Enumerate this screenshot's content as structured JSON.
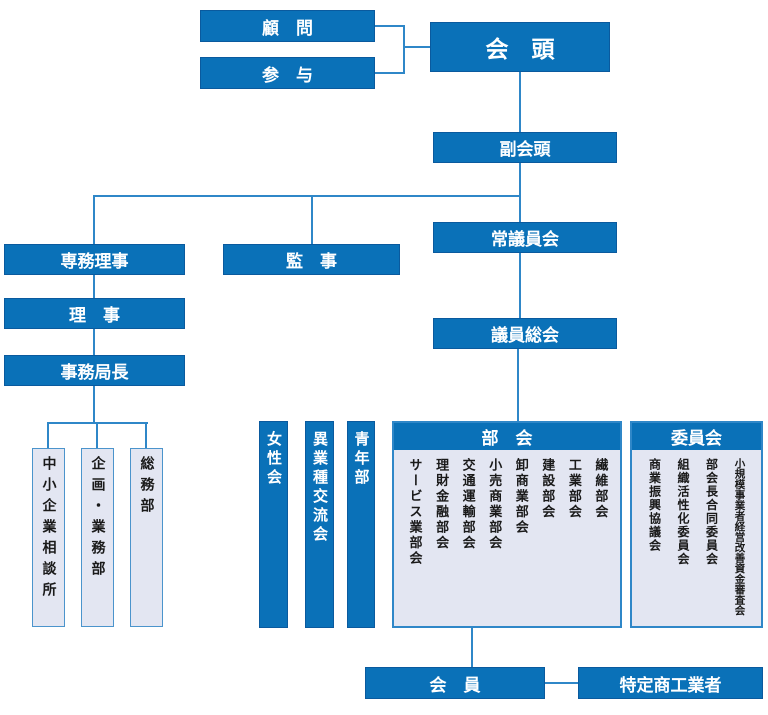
{
  "colors": {
    "box_blue": "#0a71b8",
    "box_blue_border": "#0a5a9e",
    "light_fill": "#e3e6f2",
    "light_border": "#4b94cc",
    "connector_line": "#2f87c8",
    "text_on_blue": "#ffffff",
    "text_on_light": "#1a1a1a"
  },
  "org": {
    "advisor": "顧　問",
    "counselor": "参　与",
    "president": "会　頭",
    "vice_president": "副会頭",
    "standing_council": "常議員会",
    "executive_director": "専務理事",
    "auditor": "監　事",
    "general_assembly": "議員総会",
    "director": "理　事",
    "secretary_general": "事務局長",
    "members": "会　員",
    "designated_businesses": "特定商工業者"
  },
  "departments": [
    "中小企業相談所",
    "企画・業務部",
    "総務部"
  ],
  "associations": [
    "女性会",
    "異業種交流会",
    "青年部"
  ],
  "sections": {
    "header": "部　会",
    "items": [
      "繊維部会",
      "工業部会",
      "建設部会",
      "卸商業部会",
      "小売商業部会",
      "交通運輸部会",
      "理財金融部会",
      "サービス業部会"
    ]
  },
  "committees": {
    "header": "委員会",
    "items": [
      "小規模事業者経営改善資金審査会",
      "部会長合同委員会",
      "組織活性化委員会",
      "商業振興協議会"
    ]
  }
}
